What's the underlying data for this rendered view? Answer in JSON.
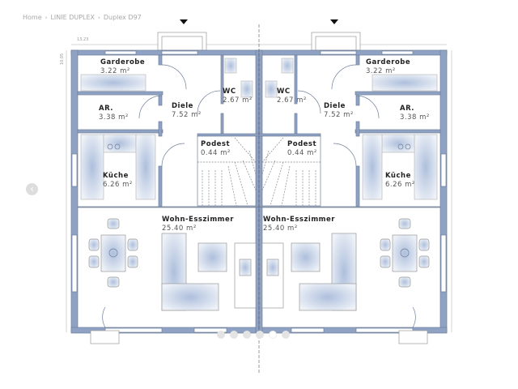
{
  "breadcrumb": [
    "Home",
    "LINIE DUPLEX",
    "Duplex D97"
  ],
  "dimensions": {
    "width": "13.23",
    "depth": "10.05"
  },
  "rooms": [
    {
      "name": "Garderobe",
      "area": "3.22 m²"
    },
    {
      "name": "AR.",
      "area": "3.38 m²"
    },
    {
      "name": "Diele",
      "area": "7.52 m²"
    },
    {
      "name": "WC",
      "area": "2.67 m²"
    },
    {
      "name": "Podest",
      "area": "0.44 m²"
    },
    {
      "name": "Küche",
      "area": "6.26 m²"
    },
    {
      "name": "Wohn-Esszimmer",
      "area": "25.40 m²"
    },
    {
      "name": "Garderobe",
      "area": "3.22 m²"
    },
    {
      "name": "AR.",
      "area": "3.38 m²"
    },
    {
      "name": "Diele",
      "area": "7.52 m²"
    },
    {
      "name": "WC",
      "area": "2.67 m²"
    },
    {
      "name": "Podest",
      "area": "0.44 m²"
    },
    {
      "name": "Küche",
      "area": "6.26 m²"
    },
    {
      "name": "Wohn-Esszimmer",
      "area": "25.40 m²"
    }
  ],
  "carousel": {
    "slides": 6,
    "active": 4
  },
  "colors": {
    "wall": "#8fa2c4",
    "fixture": "#c9d4e8",
    "line": "#6e7f9c"
  },
  "icons": {
    "prev": "chevron-left-icon",
    "entrance": "triangle-down-icon"
  }
}
